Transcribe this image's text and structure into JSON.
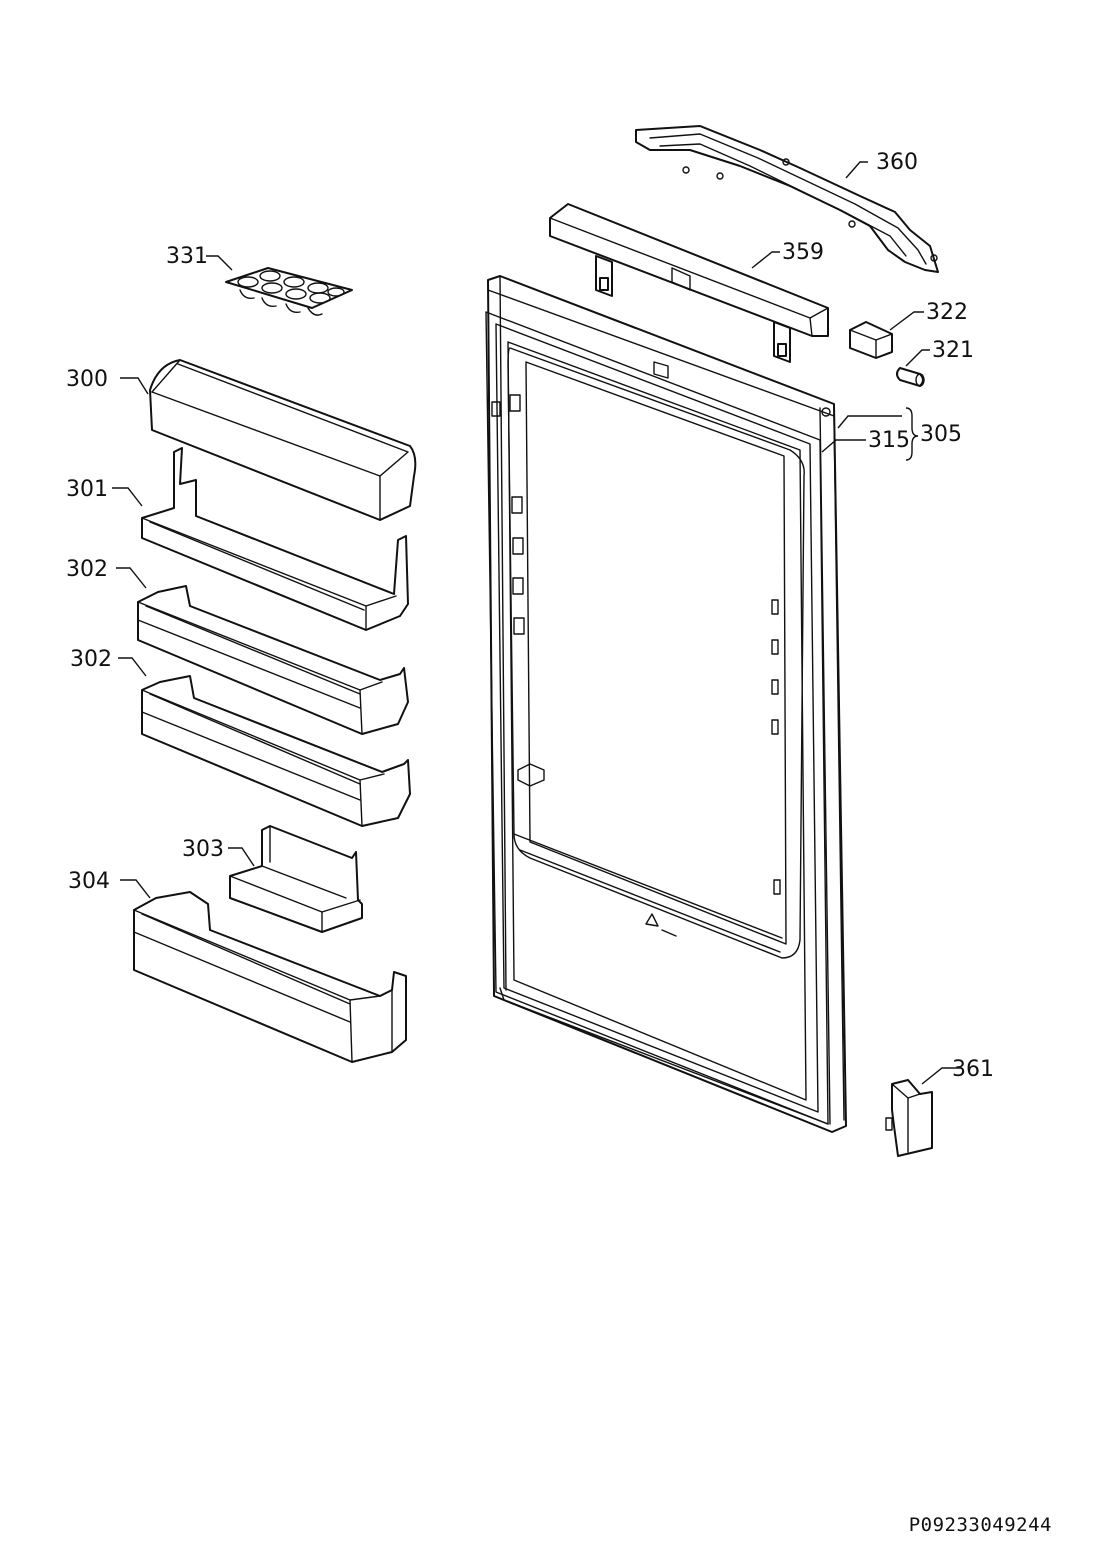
{
  "callouts": {
    "p300": "300",
    "p301": "301",
    "p302a": "302",
    "p302b": "302",
    "p303": "303",
    "p304": "304",
    "p305": "305",
    "p315": "315",
    "p321": "321",
    "p322": "322",
    "p331": "331",
    "p359": "359",
    "p360": "360",
    "p361": "361"
  },
  "document_number": "P09233049244",
  "colors": {
    "line": "#111111",
    "background": "#ffffff"
  }
}
